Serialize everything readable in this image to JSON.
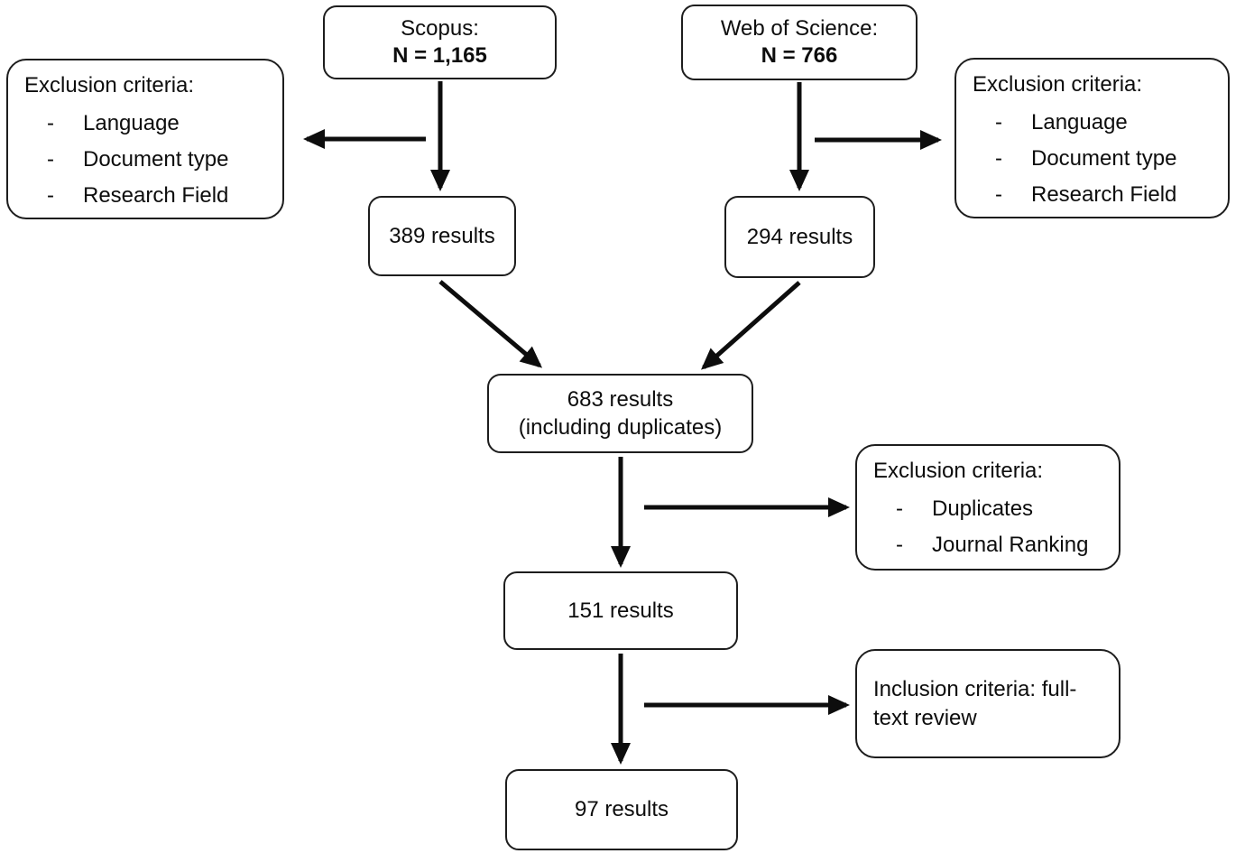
{
  "colors": {
    "ink": "#0d0d0d",
    "border": "#1d1d1d",
    "background": "#ffffff"
  },
  "nodes": {
    "scopus": {
      "source": "Scopus:",
      "count": "N = 1,165"
    },
    "web_of_science": {
      "source": "Web of Science:",
      "count": "N = 766"
    },
    "exclusion_left": {
      "title": "Exclusion criteria:",
      "bullet": "-",
      "items": [
        "Language",
        "Document type",
        "Research Field"
      ]
    },
    "exclusion_right": {
      "title": "Exclusion criteria:",
      "bullet": "-",
      "items": [
        "Language",
        "Document type",
        "Research Field"
      ]
    },
    "scopus_results": {
      "label": "389 results"
    },
    "wos_results": {
      "label": "294 results"
    },
    "combined_results": {
      "line1": "683 results",
      "line2": "(including duplicates)"
    },
    "exclusion_duplicates": {
      "title": "Exclusion criteria:",
      "bullet": "-",
      "items": [
        "Duplicates",
        "Journal Ranking"
      ]
    },
    "screened_results": {
      "label": "151 results"
    },
    "inclusion_fulltext": {
      "label": "Inclusion criteria: full-text review"
    },
    "final_results": {
      "label": "97 results"
    }
  }
}
